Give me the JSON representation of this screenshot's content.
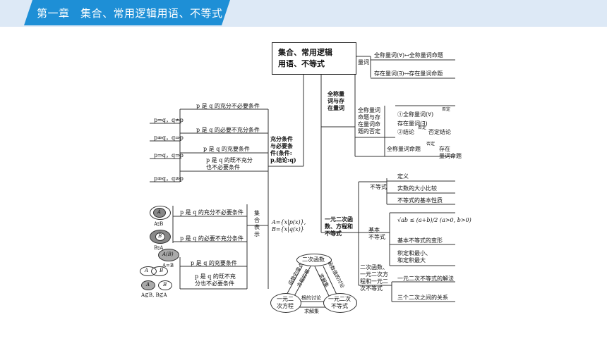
{
  "header": {
    "title": "第一章　集合、常用逻辑用语、不等式",
    "bg_color": "#dde9f6",
    "tab_color": "#1e8fd6"
  },
  "root": {
    "label": "集合、常用逻辑\n用语、不等式"
  },
  "quantifier": {
    "label": "全称量\n词与存\n在量词",
    "quantifier_label": "量词",
    "universal": "全称量词(∀)↔全称量词命题",
    "existential": "存在量词(∃)↔存在量词命题",
    "negation_label": "全称量词\n命题与存\n在量词命\n题的否定",
    "neg_line1": "①全称量词(∀)",
    "neg_arrow1": "否定",
    "neg_line2": "存在量词(∃)",
    "neg_line3": "②结论",
    "neg_arrow2": "否定",
    "neg_line3b": "否定结论",
    "neg_cmd_a": "全称量词命题",
    "neg_arrow3": "否定",
    "neg_cmd_b": "存在\n量词命题"
  },
  "conditions": {
    "label": "充分条件\n与必要条\n件(条件:\np,结论:q)",
    "items": [
      {
        "formula": "p⇒q，q⇏p",
        "desc": "p 是 q 的充分不必要条件"
      },
      {
        "formula": "p⇏q，q⇒p",
        "desc": "p 是 q 的必要不充分条件"
      },
      {
        "formula": "p⇒q，q⇒p",
        "desc": "p 是 q 的充要条件"
      },
      {
        "formula": "p⇏q，q⇏p",
        "desc": "p 是 q 的既不充分\n也不必要条件"
      }
    ]
  },
  "sets": {
    "label": "集\n合\n表\n示",
    "def": "A={x|p(x)},\nB={x|q(x)}",
    "items": [
      {
        "caption": "A⫋B",
        "desc": "p 是 q 的充分不必要条件"
      },
      {
        "caption": "B⫋A",
        "desc": "p 是 q 的必要不充分条件"
      },
      {
        "caption": "A=B",
        "desc": "p 是 q 的充要条件"
      },
      {
        "caption": "A⊈B, B⊈A",
        "desc": "p 是 q 的既不充\n分也不必要条件"
      }
    ],
    "venn_a": "A",
    "venn_b": "B",
    "venn_ab": "A(B)"
  },
  "inequality": {
    "label": "一元二次函\n数、方程和\n不等式",
    "ineq_label": "不等式",
    "ineq_items": [
      "定义",
      "实数的大小比较",
      "不等式的基本性质"
    ],
    "basic_label": "基本\n不等式",
    "basic_formula": "√ab ≤ (a+b)/2 (a>0, b>0)",
    "basic_items": [
      "基本不等式的变形",
      "积定和最小、\n和定积最大"
    ],
    "quad_label": "二次函数、\n一元二次方\n程和一元二\n次不等式",
    "quad_items": [
      "一元二次不等式的解法",
      "三个二次之间的关系"
    ]
  },
  "cycle": {
    "func": "二次函数",
    "eq": "一元二\n次方程",
    "ineq": "一元二次\n不等式",
    "left_edge": "函数的零点",
    "left_edge_b": "方程的根",
    "right_edge": "函数值的讨论",
    "right_edge_b": "求解集",
    "bottom_edge": "根的讨论",
    "bottom_edge_b": "求解集"
  }
}
